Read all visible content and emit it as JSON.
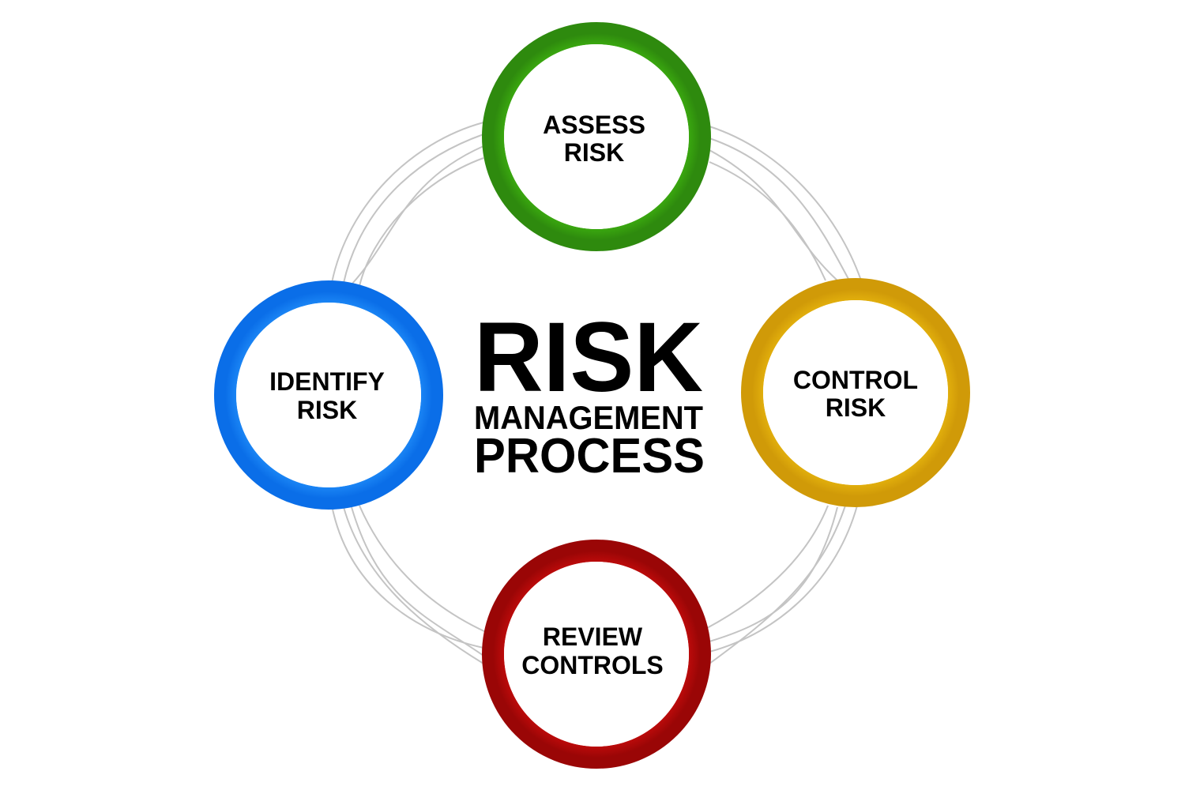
{
  "title": {
    "line1": "RISK",
    "line2": "MANAGEMENT",
    "line3": "PROCESS"
  },
  "steps": [
    {
      "line1": "ASSESS",
      "line2": "RISK",
      "color": "#3cb010"
    },
    {
      "line1": "CONTROL",
      "line2": "RISK",
      "color": "#e8b00a"
    },
    {
      "line1": "REVIEW",
      "line2": "CONTROLS",
      "color": "#c80808"
    },
    {
      "line1": "IDENTIFY",
      "line2": "RISK",
      "color": "#1a8cff"
    }
  ]
}
